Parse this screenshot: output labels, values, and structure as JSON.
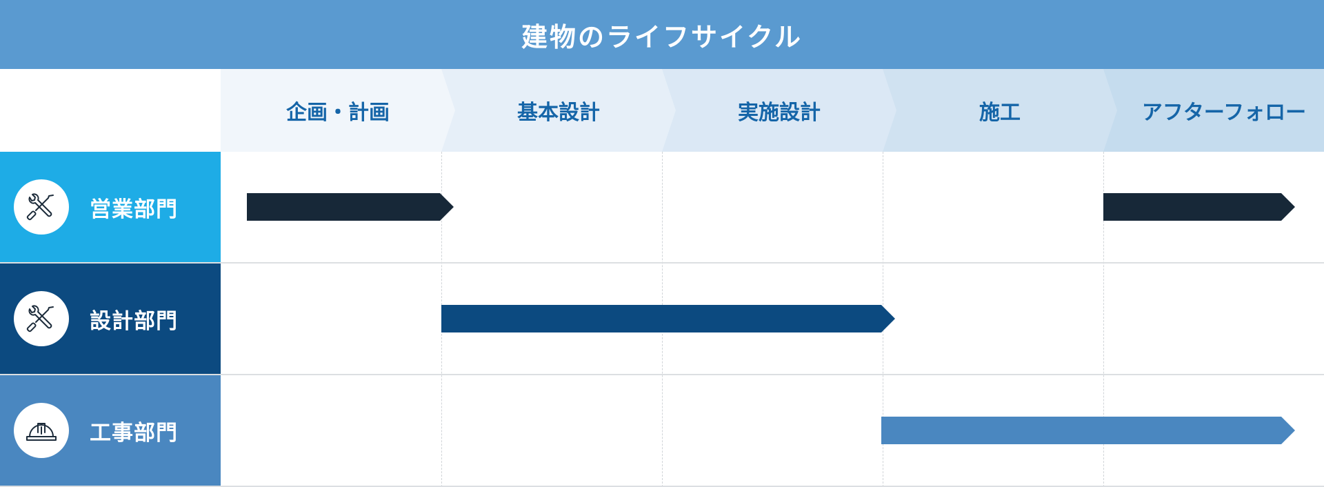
{
  "title": "建物のライフサイクル",
  "phases": [
    {
      "label": "企画・計画",
      "color": "#f1f6fb"
    },
    {
      "label": "基本設計",
      "color": "#e6eff8"
    },
    {
      "label": "実施設計",
      "color": "#dbe8f5"
    },
    {
      "label": "施工",
      "color": "#d0e2f1"
    },
    {
      "label": "アフターフォロー",
      "color": "#c5dcee"
    }
  ],
  "departments": [
    {
      "label": "営業部門",
      "icon": "tools-icon",
      "color": "#1eace6"
    },
    {
      "label": "設計部門",
      "icon": "tools-icon",
      "color": "#0c4a80"
    },
    {
      "label": "工事部門",
      "icon": "hard-hat-icon",
      "color": "#4a87c0"
    }
  ],
  "bars": [
    {
      "department": "営業部門",
      "phases": [
        "企画・計画"
      ],
      "color": "#172838"
    },
    {
      "department": "営業部門",
      "phases": [
        "アフターフォロー"
      ],
      "color": "#172838"
    },
    {
      "department": "設計部門",
      "phases": [
        "基本設計",
        "実施設計"
      ],
      "color": "#0c4a80"
    },
    {
      "department": "工事部門",
      "phases": [
        "施工",
        "アフターフォロー"
      ],
      "color": "#4a87c0"
    }
  ],
  "colors": {
    "title_bg": "#5a9ad0",
    "phase_text": "#1565a8"
  }
}
